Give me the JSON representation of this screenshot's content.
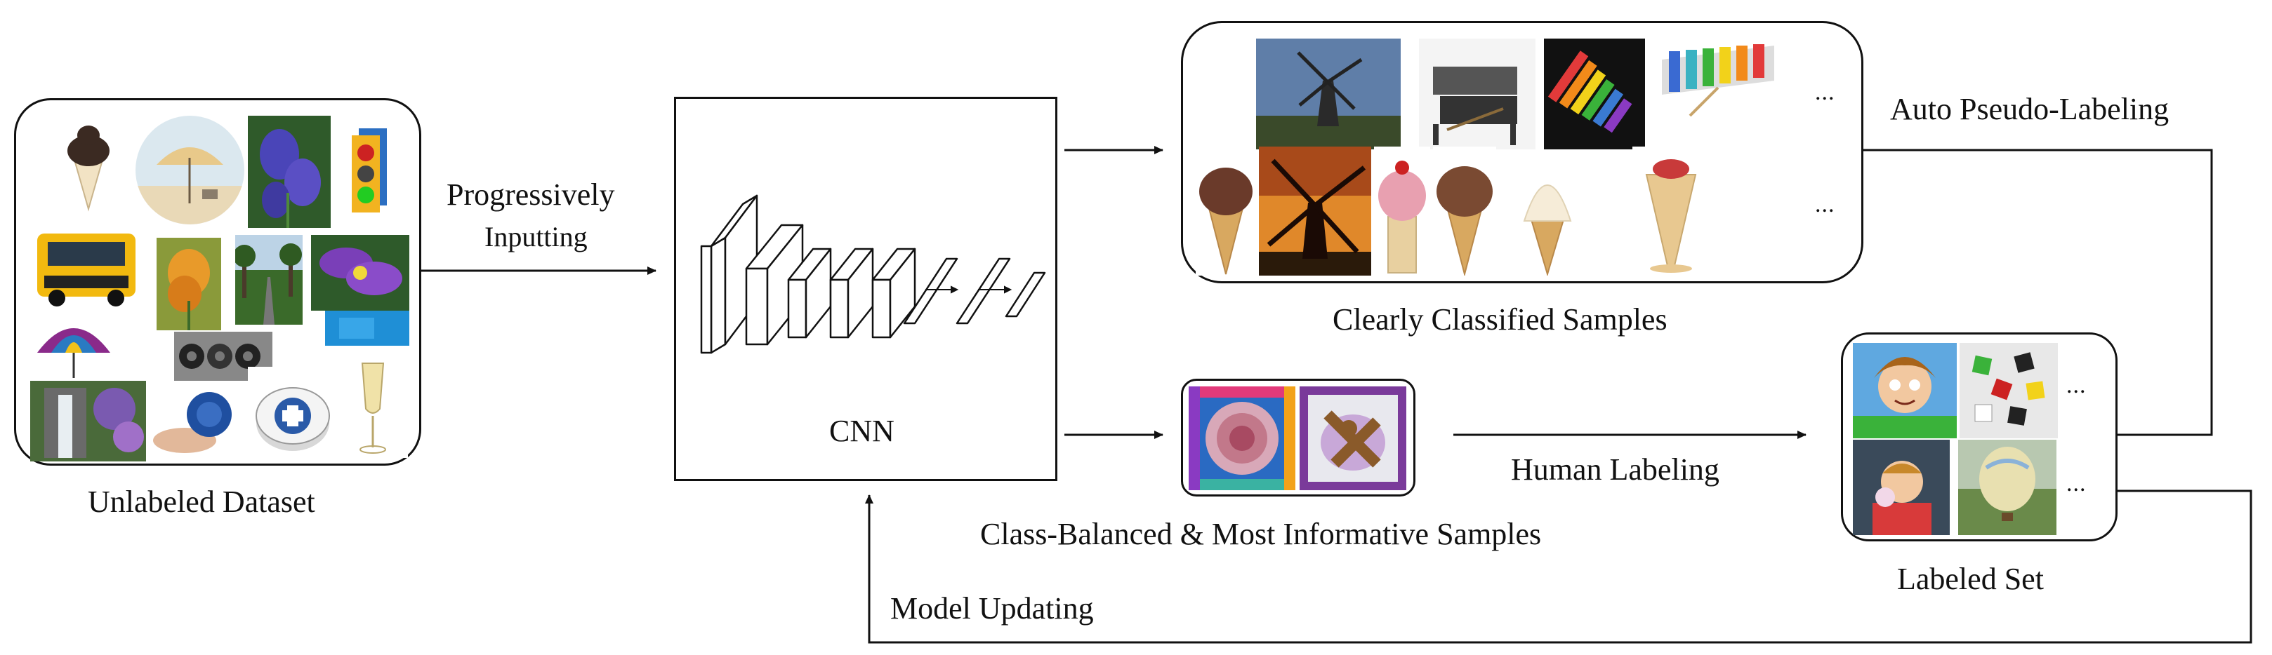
{
  "labels": {
    "unlabeled_dataset": "Unlabeled Dataset",
    "progressively": "Progressively",
    "inputting": "Inputting",
    "cnn": "CNN",
    "clearly_classified": "Clearly Classified Samples",
    "auto_pseudo_labeling": "Auto Pseudo-Labeling",
    "class_balanced": "Class-Balanced & Most Informative Samples",
    "human_labeling": "Human Labeling",
    "labeled_set": "Labeled Set",
    "model_updating": "Model Updating",
    "ellipsis": "..."
  },
  "colors": {
    "stroke": "#111111",
    "background": "#ffffff"
  },
  "thumbnails": {
    "unlabeled": [
      "ice-cream-cone",
      "beach-umbrella",
      "iris-flower",
      "traffic-light",
      "school-bus",
      "iris-flower-yellow",
      "road-trees",
      "purple-iris",
      "umbrella-colorful",
      "blue-square",
      "speakers",
      "red-object",
      "champagne-glass",
      "waterfall",
      "yoyo-blue",
      "yoyo-white"
    ],
    "clearly_classified_top": [
      "windmill-sky",
      "xylophone-black",
      "xylophone-rainbow",
      "xylophone-rainbow-2"
    ],
    "clearly_classified_bottom": [
      "ice-cream-chocolate",
      "windmill-sunset",
      "ice-cream-strawberry",
      "ice-cream-chocolate-2",
      "ice-cream-vanilla",
      "ice-cream-cone-tall"
    ],
    "informative": [
      "stained-glass-rose",
      "stained-glass-figure"
    ],
    "labeled": [
      "cartoon-boy",
      "dice",
      "boy-ice-cream",
      "hot-air-balloon"
    ]
  }
}
